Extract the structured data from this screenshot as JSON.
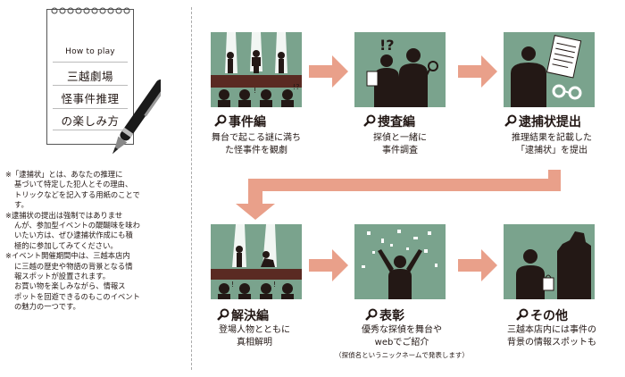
{
  "notebook": {
    "howto": "How to play",
    "line1": "三越劇場",
    "line2": "怪事件推理",
    "line3": "の楽しみ方"
  },
  "notes": {
    "n1a": "※「逮捕状」とは、あなたの推理に",
    "n1b": "基づいて特定した犯人とその理由、",
    "n1c": "トリックなどを記入する用紙のことで",
    "n1d": "す。",
    "n2a": "※逮捕状の提出は強制ではありませ",
    "n2b": "んが、参加型イベントの醍醐味を味わ",
    "n2c": "いたい方は、ぜひ逮捕状作成にも積",
    "n2d": "極的に参加してみてください。",
    "n3a": "※イベント開催期間中は、三越本店内",
    "n3b": "に三越の歴史や物語の背景となる情",
    "n3c": "報スポットが設置されます。",
    "n3d": "お買い物を楽しみながら、情報ス",
    "n3e": "ポットを回遊できるのもこのイベント",
    "n3f": "の魅力の一つです。"
  },
  "steps": [
    {
      "label": "事件編",
      "desc1": "舞台で起こる謎に満ち",
      "desc2": "た怪事件を観劇"
    },
    {
      "label": "捜査編",
      "desc1": "探偵と一緒に",
      "desc2": "事件調査"
    },
    {
      "label": "逮捕状提出",
      "desc1": "推理結果を記載した",
      "desc2": "「逮捕状」を提出"
    },
    {
      "label": "解決編",
      "desc1": "登場人物とともに",
      "desc2": "真相解明"
    },
    {
      "label": "表彰",
      "desc1": "優秀な探偵を舞台や",
      "desc2": "webでご紹介",
      "desc3": "（探偵名というニックネームで発表します）"
    },
    {
      "label": "その他",
      "desc1": "三越本店内には事件の",
      "desc2": "背景の情報スポットも"
    }
  ],
  "icons": {
    "exclaim": "!",
    "question": "?",
    "exq": "!?"
  },
  "colors": {
    "card": "#7aa38d",
    "arrow": "#e9a08a",
    "stage": "#5a2a22",
    "silhouette": "#231815"
  }
}
